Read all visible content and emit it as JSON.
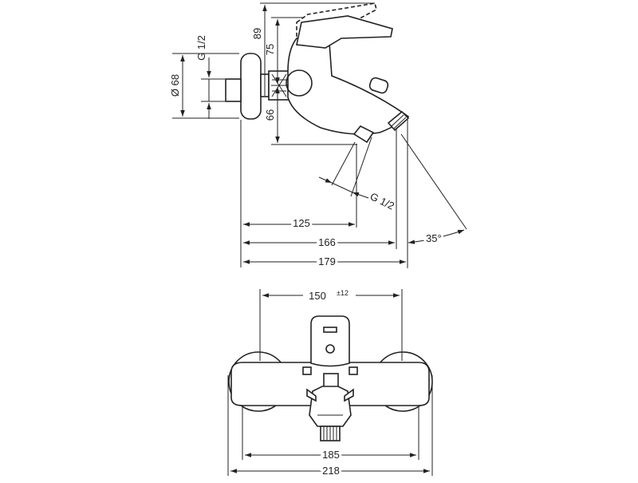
{
  "side_view": {
    "dim_89": "89",
    "dim_75": "75",
    "dim_66": "66",
    "dim_g12_top": "G 1/2",
    "dim_dia68": "Ø 68",
    "dim_g12_bottom": "G 1/2",
    "dim_125": "125",
    "dim_166": "166",
    "dim_179": "179",
    "dim_angle": "35°"
  },
  "front_view": {
    "dim_150": "150",
    "dim_150_tol": "±12",
    "dim_185": "185",
    "dim_218": "218"
  }
}
